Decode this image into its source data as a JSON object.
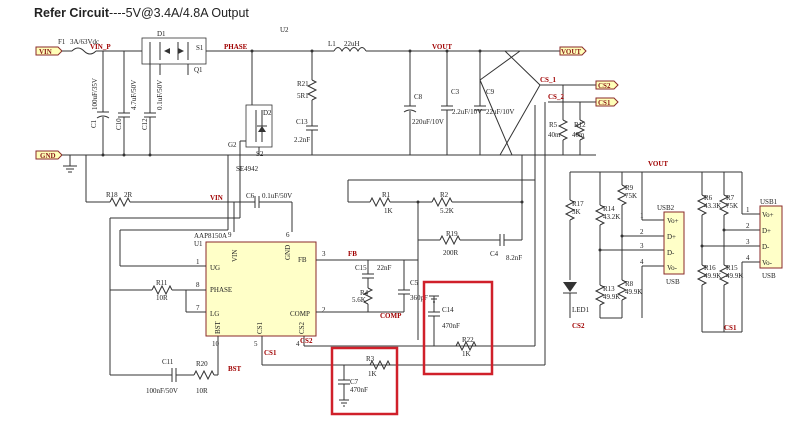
{
  "header": {
    "title": "Refer  Circuit",
    "subtitle": "----5V@3.4A/4.8A  Output"
  },
  "ports": {
    "vin": "VIN",
    "gnd": "GND",
    "vout": "VOUT",
    "cs2": "CS2",
    "cs1": "CS1"
  },
  "nets": {
    "vin_p": "VIN_P",
    "phase": "PHASE",
    "vout": "VOUT",
    "cs1": "CS_1",
    "cs2": "CS_2",
    "vin": "VIN",
    "fb": "FB",
    "comp": "COMP",
    "cs2_low": "CS2",
    "cs1_low": "CS1",
    "bst": "BST",
    "vout2": "VOUT",
    "cs2_led": "CS2",
    "cs1_usb": "CS1"
  },
  "components": {
    "f1": "F1",
    "f1_val": "3A/63Vdc",
    "u2": "U2",
    "q1": "Q1",
    "l1": "L1",
    "l1_val": "22uH",
    "c1": "C1",
    "c1_val": "100uF/35V",
    "c10": "C10",
    "c10_val": "4.7uF/50V",
    "c12": "C12",
    "c12_val": "0.1uF/50V",
    "r21": "R21",
    "r21_val": "5R1",
    "c13": "C13",
    "c13_val": "2.2nF",
    "d2": "D2",
    "g2": "G2",
    "s2": "S2",
    "se": "SE4942",
    "c8": "C8",
    "c8_val": "220uF/10V",
    "c3": "C3",
    "c3_val": "2.2uF/10V",
    "c9": "C9",
    "c9_val": "22uF/10V",
    "r5": "R5",
    "r5_val": "40m",
    "r12": "R12",
    "r12_val": "40m",
    "r18": "R18",
    "r18_val": "2R",
    "c6": "C6",
    "c6_val": "0.1uF/50V",
    "r1": "R1",
    "r1_val": "1K",
    "r2": "R2",
    "r2_val": "5.2K",
    "r19": "R19",
    "r19_val": "200R",
    "c4": "C4",
    "c4_val": "8.2nF",
    "u1_part": "AAP8150A",
    "u1": "U1",
    "pin_vin": "VIN",
    "pin_gnd": "GND",
    "pin_ug": "UG",
    "pin_phase": "PHASE",
    "pin_lg": "LG",
    "pin_fb": "FB",
    "pin_comp": "COMP",
    "pin_bst": "BST",
    "pin_cs1": "CS1",
    "pin_cs2": "CS2",
    "c15": "C15",
    "c15_val": "22nF",
    "r4": "R4",
    "r4_val": "5.6K",
    "c5": "C5",
    "c5_val": "360pF",
    "c14": "C14",
    "c14_val": "470nF",
    "r22": "R22",
    "r22_val": "1K",
    "r11": "R11",
    "r11_val": "10R",
    "c11": "C11",
    "c11_val": "100nF/50V",
    "r20": "R20",
    "r20_val": "10R",
    "r3": "R3",
    "r3_val": "1K",
    "c7": "C7",
    "c7_val": "470nF",
    "r17": "R17",
    "r17_val": "3K",
    "led": "LED1",
    "r14": "R14",
    "r14_val": "43.2K",
    "r9": "R9",
    "r9_val": "75K",
    "r13": "R13",
    "r13_val": "49.9K",
    "r8": "R8",
    "r8_val": "49.9K",
    "usb2": "USB2",
    "usb2_label": "USB",
    "r6": "R6",
    "r6_val": "43.3K",
    "r7": "R7",
    "r7_val": "75K",
    "r16": "R16",
    "r16_val": "49.9K",
    "r15": "R15",
    "r15_val": "49.9K",
    "usb1": "USB1",
    "usb1_label": "USB",
    "vo_plus": "Vo+",
    "d_plus": "D+",
    "d_minus": "D-",
    "vo_minus": "Vo-"
  },
  "pin_numbers": [
    "1",
    "2",
    "3",
    "4",
    "5",
    "6",
    "7",
    "8",
    "9",
    "10"
  ],
  "highlight_color": "#d0202a"
}
